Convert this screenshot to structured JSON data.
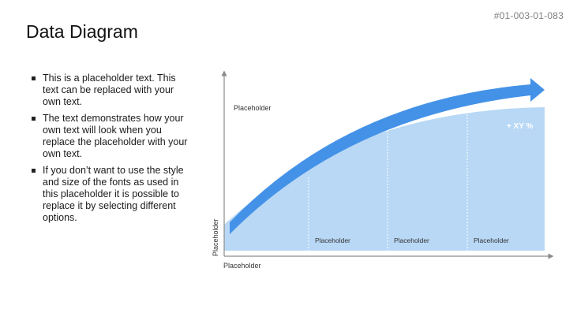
{
  "slide_id": "#01-003-01-083",
  "title": "Data Diagram",
  "bullets": [
    "This is a placeholder text. This text can be replaced with your own text.",
    "The text demonstrates how your own text will look when you replace the placeholder with your own text.",
    "If you don’t want to use the style and size of the fonts as used in this placeholder it is possible to replace it by selecting different options."
  ],
  "diagram": {
    "top_label": "Placeholder",
    "growth_label": "+ XY %",
    "segment_labels": [
      "Placeholder",
      "Placeholder",
      "Placeholder"
    ],
    "x_axis_label": "Placeholder",
    "y_axis_label": "Placeholder",
    "colors": {
      "area_fill": "#b8d8f5",
      "arrow": "#4492e8",
      "axis": "#8c8c8c",
      "divider": "#ffffff"
    }
  }
}
